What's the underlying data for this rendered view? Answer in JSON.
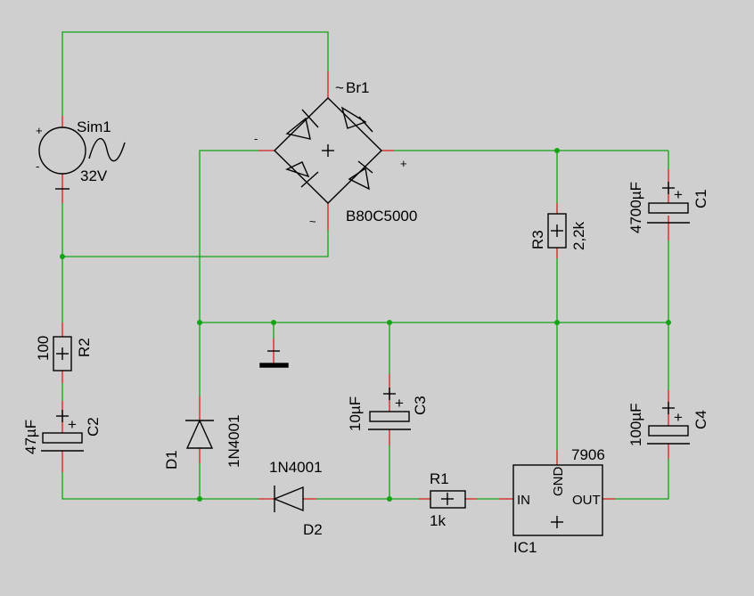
{
  "components": {
    "sim1": {
      "name": "Sim1",
      "value": "32V",
      "plus": "+",
      "minus": "-"
    },
    "br1": {
      "name": "Br1",
      "value": "B80C5000",
      "ac_top": "~",
      "ac_bottom": "~",
      "dc_plus": "+",
      "dc_minus": "-"
    },
    "r1": {
      "name": "R1",
      "value": "1k"
    },
    "r2": {
      "name": "R2",
      "value": "100"
    },
    "r3": {
      "name": "R3",
      "value": "2,2k"
    },
    "c1": {
      "name": "C1",
      "value": "4700µF",
      "plus": "+"
    },
    "c2": {
      "name": "C2",
      "value": "47µF",
      "plus": "+"
    },
    "c3": {
      "name": "C3",
      "value": "10µF",
      "plus": "+"
    },
    "c4": {
      "name": "C4",
      "value": "100µF",
      "plus": "+"
    },
    "d1": {
      "name": "D1",
      "value": "1N4001"
    },
    "d2": {
      "name": "D2",
      "value": "1N4001"
    },
    "ic1": {
      "name": "IC1",
      "value": "7906",
      "pin_in": "IN",
      "pin_gnd": "GND",
      "pin_out": "OUT"
    }
  },
  "icons": [
    "ac-source-icon",
    "bridge-rectifier-icon",
    "resistor-icon",
    "polarized-capacitor-icon",
    "diode-icon",
    "ground-icon",
    "voltage-regulator-icon"
  ],
  "colors": {
    "background": "#cfcfcf",
    "wire": "#13a313",
    "pin": "#d21e1e",
    "symbol": "#000000"
  }
}
